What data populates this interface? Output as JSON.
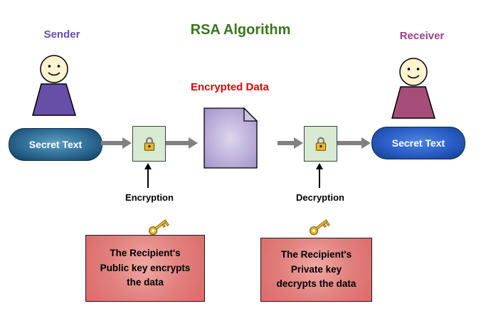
{
  "diagram": {
    "title": "RSA Algorithm",
    "sender": {
      "label": "Sender",
      "message": "Secret Text"
    },
    "receiver": {
      "label": "Receiver",
      "message": "Secret Text"
    },
    "encrypted_data_label": "Encrypted Data",
    "encryption": {
      "label": "Encryption",
      "note": [
        "The Recipient's",
        "Public key encrypts",
        "the data"
      ]
    },
    "decryption": {
      "label": "Decryption",
      "note": [
        "The Recipient's",
        "Private key",
        "decrypts the data"
      ]
    }
  },
  "icons": {
    "padlock": "padlock-icon",
    "key": "key-icon",
    "sender_person": "person-icon",
    "receiver_person": "person-icon",
    "encrypted_document": "document-icon"
  },
  "colors": {
    "title_green": "#38761d",
    "sender_purple": "#674ea7",
    "receiver_magenta": "#a64d79",
    "encrypted_data_red": "#e60000",
    "secret_text_blue": "#1c5fb0",
    "lock_box_green": "#d9ead3",
    "encrypted_doc_lavender": "#b4a7d6",
    "note_box_pink": "#dd6b6b",
    "arrow_gray": "#808080"
  }
}
